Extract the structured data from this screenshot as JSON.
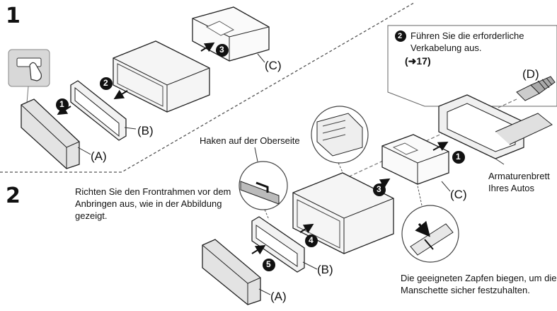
{
  "steps": {
    "one": "1",
    "two": "2"
  },
  "labels": {
    "a": "(A)",
    "b": "(B)",
    "c": "(C)",
    "d": "(D)"
  },
  "markers": [
    "1",
    "2",
    "3",
    "4",
    "5"
  ],
  "callout": {
    "number": "2",
    "line1": "Führen Sie die erforderliche",
    "line2": "Verkabelung aus.",
    "ref": "(➜17)"
  },
  "hook_label": "Haken auf der Oberseite",
  "frame_note": {
    "line1": "Richten Sie den Frontrahmen vor dem",
    "line2": "Anbringen aus, wie in der Abbildung",
    "line3": "gezeigt."
  },
  "dashboard_label": {
    "line1": "Armaturenbrett",
    "line2": "Ihres Autos"
  },
  "bend_note": {
    "line1": "Die geeigneten Zapfen biegen, um die",
    "line2": "Manschette sicher festzuhalten."
  }
}
